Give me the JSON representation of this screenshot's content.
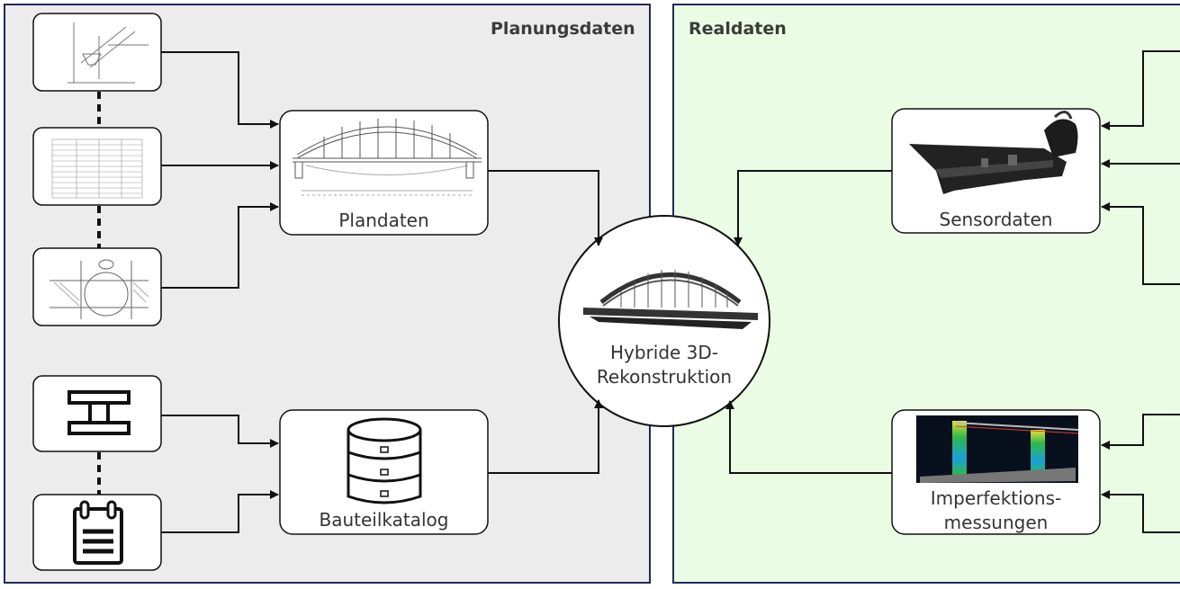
{
  "panels": {
    "planning": {
      "title": "Planungsdaten",
      "bg": "#ececec",
      "border": "#1f2a5c"
    },
    "real": {
      "title": "Realdaten",
      "bg": "#eafce3",
      "border": "#1f2a5c"
    }
  },
  "nodes": {
    "plandaten": {
      "label": "Plandaten"
    },
    "bauteilkatalog": {
      "label": "Bauteilkatalog"
    },
    "hybrid": {
      "label_line1": "Hybride 3D-",
      "label_line2": "Rekonstruktion"
    },
    "sensordaten": {
      "label": "Sensordaten"
    },
    "imperfektion": {
      "label_line1": "Imperfektions-",
      "label_line2": "messungen"
    }
  },
  "icons": {
    "source_1": "detail-drawing-thumbnail",
    "source_2": "spec-table-thumbnail",
    "source_3": "cross-section-drawing-thumbnail",
    "source_4": "i-beam-icon",
    "source_5": "notepad-icon",
    "plandaten_image": "bridge-elevation-drawing",
    "bauteilkatalog_image": "database-icon",
    "hybrid_image": "arch-bridge-3d-model",
    "sensordaten_image": "point-cloud-bridge",
    "imperfektion_image": "deviation-heatmap-scan"
  },
  "colors": {
    "border": "#1f2a5c",
    "arrow": "#111111",
    "heat_green": "#2fb84a",
    "heat_red": "#e03c2a",
    "heat_yellow": "#e8e03a"
  }
}
